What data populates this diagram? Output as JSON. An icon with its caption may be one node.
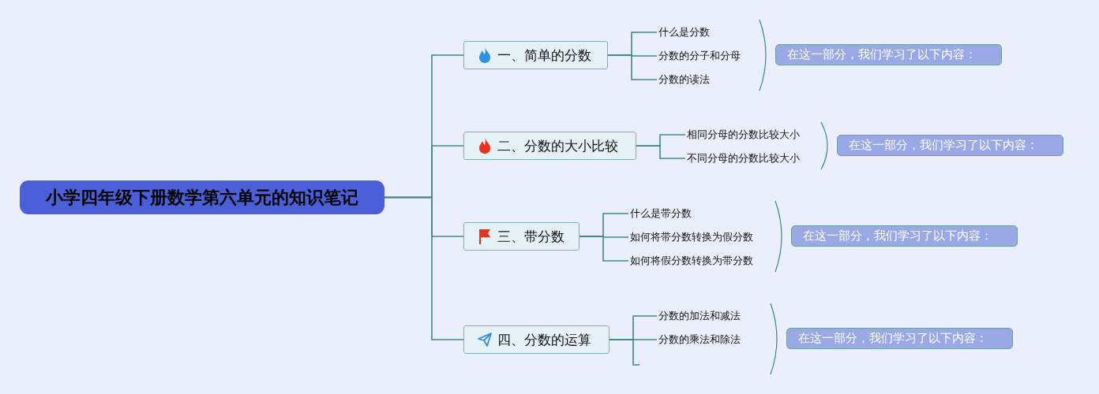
{
  "diagram": {
    "nodes": [
      {
        "text": [
          "小学四年级下册数学第六单元的知识笔记"
        ]
      },
      {
        "text": [
          "一、简单的分数"
        ]
      },
      {
        "text": [
          "什么是分数"
        ]
      },
      {
        "text": [
          "分数的分子和分母"
        ]
      },
      {
        "text": [
          "分数的读法"
        ]
      },
      {
        "text": [
          "在这一部分，我们学习了以下内容："
        ]
      },
      {
        "text": [
          "二、分数的大小比较"
        ]
      },
      {
        "text": [
          "相同分母的分数比较大小"
        ]
      },
      {
        "text": [
          "不同分母的分数比较大小"
        ]
      },
      {
        "text": [
          "在这一部分，我们学习了以下内容："
        ]
      },
      {
        "text": [
          "三、带分数"
        ]
      },
      {
        "text": [
          "什么是带分数"
        ]
      },
      {
        "text": [
          "如何将带分数转换为假分数"
        ]
      },
      {
        "text": [
          "如何将假分数转换为带分数"
        ]
      },
      {
        "text": [
          "在这一部分，我们学习了以下内容："
        ]
      },
      {
        "text": [
          "四、分数的运算"
        ]
      },
      {
        "text": [
          "分数的加法和减法"
        ]
      },
      {
        "text": [
          "分数的乘法和除法"
        ]
      },
      {
        "text": [
          "在这一部分，我们学习了以下内容："
        ]
      }
    ],
    "edges": [
      {
        "from": 0,
        "to": 1,
        "arrow": "none"
      },
      {
        "from": 0,
        "to": 6,
        "arrow": "none"
      },
      {
        "from": 0,
        "to": 10,
        "arrow": "none"
      },
      {
        "from": 0,
        "to": 15,
        "arrow": "none"
      },
      {
        "from": 1,
        "to": 2,
        "arrow": "none"
      },
      {
        "from": 1,
        "to": 3,
        "arrow": "none"
      },
      {
        "from": 1,
        "to": 4,
        "arrow": "none"
      },
      {
        "from": 6,
        "to": 7,
        "arrow": "none"
      },
      {
        "from": 6,
        "to": 8,
        "arrow": "none"
      },
      {
        "from": 10,
        "to": 11,
        "arrow": "none"
      },
      {
        "from": 10,
        "to": 12,
        "arrow": "none"
      },
      {
        "from": 10,
        "to": 13,
        "arrow": "none"
      },
      {
        "from": 15,
        "to": 16,
        "arrow": "none"
      },
      {
        "from": 15,
        "to": 17,
        "arrow": "none"
      },
      {
        "from": 15,
        "to": null,
        "arrow": "none"
      }
    ]
  }
}
